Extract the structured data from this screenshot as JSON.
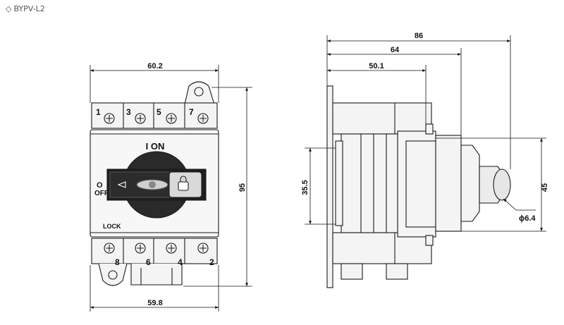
{
  "title": {
    "marker": "◇",
    "text": "BYPV-L2"
  },
  "front_view": {
    "dims": {
      "top_width": "60.2",
      "bottom_width": "59.8",
      "height": "95"
    },
    "terminals_top": [
      "1",
      "3",
      "5",
      "7"
    ],
    "terminals_bottom": [
      "8",
      "6",
      "4",
      "2"
    ],
    "on_label": "I ON",
    "off_label_o": "O",
    "off_label": "OFF",
    "lock_label": "LOCK"
  },
  "side_view": {
    "dims": {
      "overall": "86",
      "mid": "64",
      "short": "50.1",
      "rail": "35.5",
      "height": "45",
      "diameter": "ϕ6.4"
    }
  },
  "colors": {
    "line": "#1a1a1a",
    "body": "#f2f2f2",
    "knob": "#222222"
  }
}
